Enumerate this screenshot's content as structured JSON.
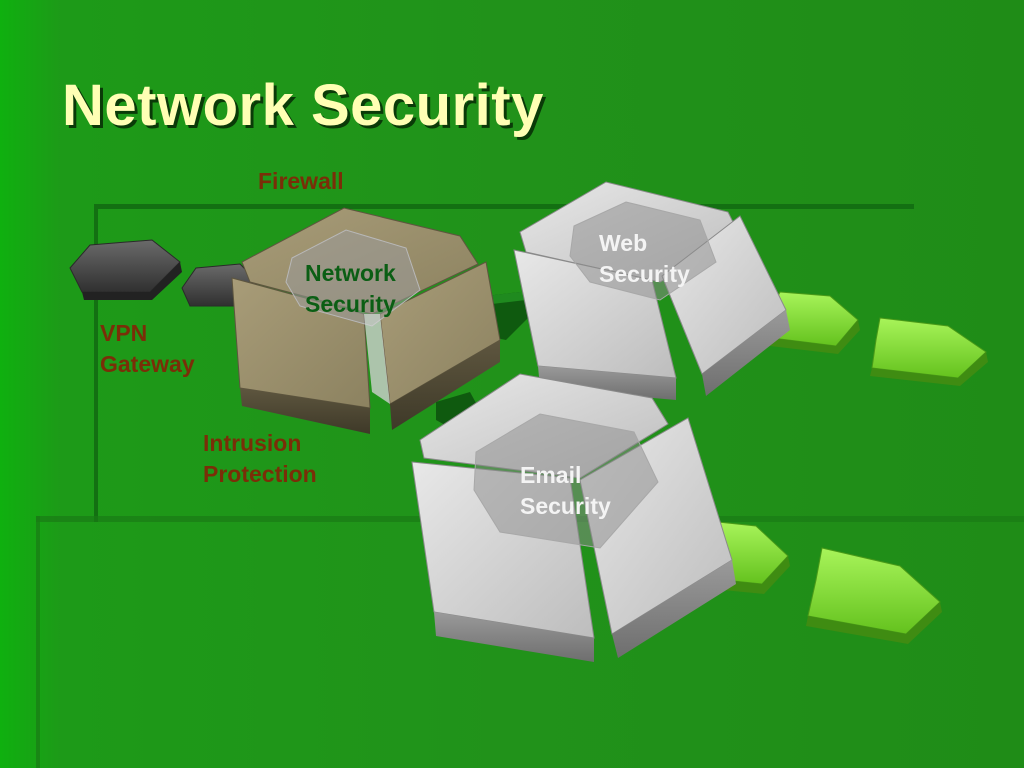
{
  "slide": {
    "title": "Network Security",
    "background_color": "#21921a",
    "title_color": "#ffffb4",
    "label_color_outer": "#7a2e08",
    "label_color_core": "#0b5e14",
    "label_color_module": "#f4f4f4"
  },
  "diagram": {
    "labels": {
      "firewall": "Firewall",
      "vpn": [
        "VPN",
        "Gateway"
      ],
      "intrusion": [
        "Intrusion",
        "Protection"
      ],
      "core": [
        "Network",
        "Security"
      ],
      "web": [
        "Web",
        "Security"
      ],
      "email": [
        "Email",
        "Security"
      ]
    },
    "nodes": [
      {
        "id": "network-security",
        "color": "#8f8563"
      },
      {
        "id": "web-security",
        "color": "#c4c4c4"
      },
      {
        "id": "email-security",
        "color": "#c4c4c4"
      }
    ],
    "arrow_colors": {
      "input": "#444444",
      "output": "#8ee63a",
      "link": "#0f5a0f"
    }
  }
}
